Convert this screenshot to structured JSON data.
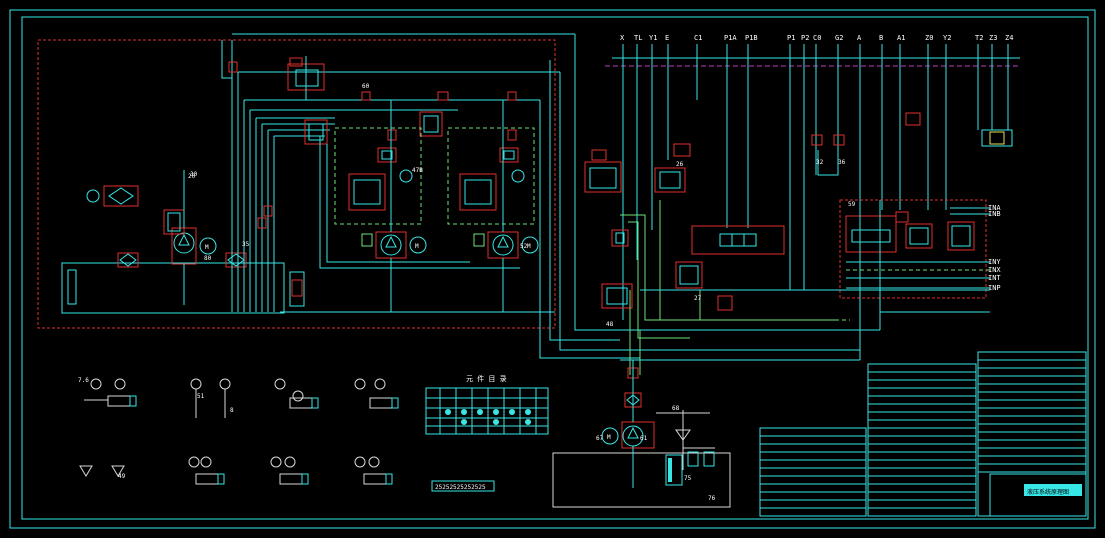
{
  "drawing": {
    "ports_top": [
      "X",
      "TL",
      "Y1",
      "E",
      "C1",
      "P1A",
      "P1B",
      "P1",
      "P2",
      "C0",
      "G2",
      "A",
      "B",
      "A1",
      "Z0",
      "Y2",
      "T2",
      "Z3",
      "Z4"
    ],
    "ports_right": [
      "INA",
      "INB",
      "INY",
      "INX",
      "INT",
      "INP"
    ],
    "legend_title": "元 件 目 录",
    "callouts": [
      "7.6",
      "20",
      "35",
      "60",
      "59",
      "48",
      "80",
      "61",
      "47B",
      "26",
      "27",
      "67",
      "68",
      "51",
      "75",
      "76",
      "30",
      "32",
      "36",
      "49",
      "8",
      "52"
    ],
    "small_box_text": "25252525252525",
    "title_block_text": "液压系统原理图",
    "colors": {
      "line_main": "#39e6e6",
      "line_pilot": "#6be07a",
      "boundary": "#e03030",
      "bus": "#c040c0",
      "frame": "#39e6e6"
    }
  }
}
